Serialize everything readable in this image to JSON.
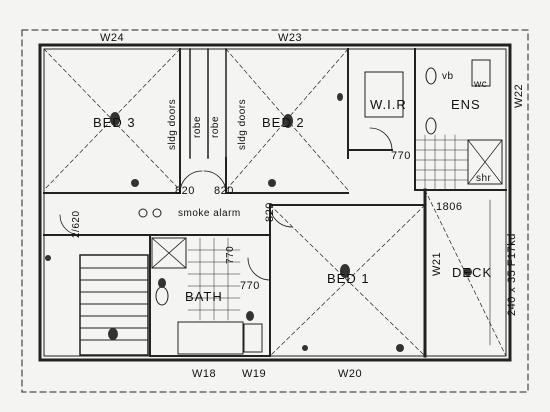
{
  "windows": {
    "w24": "W24",
    "w23": "W23",
    "w22": "W22",
    "w21": "W21",
    "w18": "W18",
    "w19": "W19",
    "w20": "W20"
  },
  "rooms": {
    "bed3": "BED 3",
    "bed2": "BED 2",
    "bed1": "BED 1",
    "wir": "W.I.R",
    "ens": "ENS",
    "bath": "BATH",
    "deck": "DECK"
  },
  "fixtures": {
    "slidingDoorsLeft": "sldg doors",
    "robeLeft": "robe",
    "robeRight": "robe",
    "slidingDoorsRight": "sldg doors",
    "shower": "shr",
    "wc": "wc",
    "vanity": "vb",
    "smokeAlarm": "smoke alarm"
  },
  "dimensions": {
    "door820a": "820",
    "door820b": "820",
    "door820c": "820",
    "door770a": "770",
    "door770b": "770",
    "door770c": "770",
    "door620": "2/620",
    "deck1806": "1806",
    "beam": "240 x 35 F17kd"
  }
}
